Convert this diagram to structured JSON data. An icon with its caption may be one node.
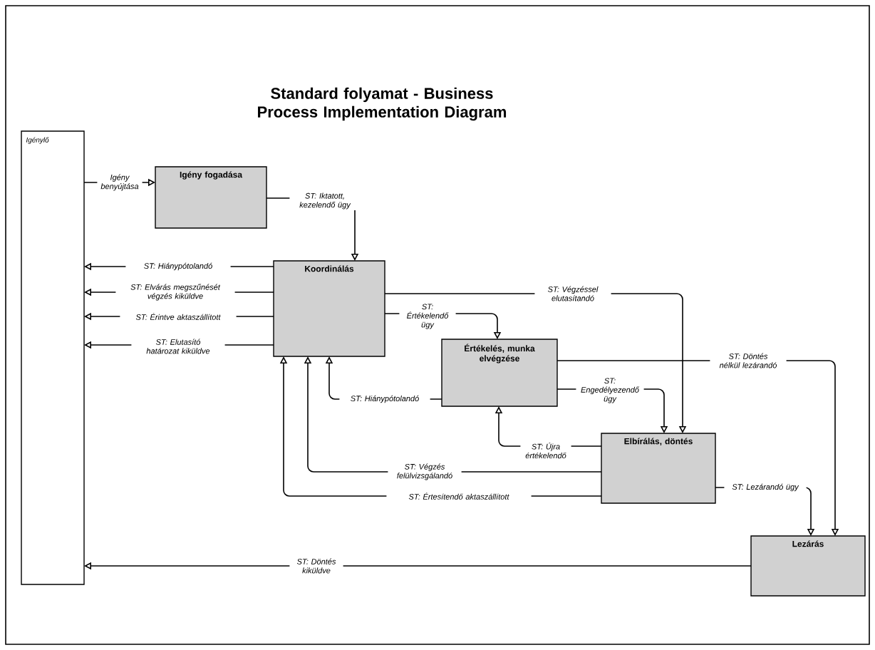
{
  "diagram": {
    "title": "Standard folyamat - Business Process Implementation Diagram",
    "nodes": [
      {
        "text": [
          "Igénylő"
        ]
      },
      {
        "text": [
          "Igény fogadása"
        ]
      },
      {
        "text": [
          "Koordinálás"
        ]
      },
      {
        "text": [
          "Értékelés, munka elvégzése"
        ]
      },
      {
        "text": [
          "Elbírálás, döntés"
        ]
      },
      {
        "text": [
          "Lezárás"
        ]
      }
    ],
    "edges": [
      {
        "from": 0,
        "to": 1,
        "arrow": "to",
        "label": "Igény benyújtása"
      },
      {
        "from": 1,
        "to": 2,
        "arrow": "to",
        "label": "ST: Iktatott, kezelendő ügy"
      },
      {
        "from": 2,
        "to": 0,
        "arrow": "to",
        "label": "ST: Hiánypótolandó"
      },
      {
        "from": 2,
        "to": 0,
        "arrow": "to",
        "label": "ST: Elvárás megszűnését végzés kiküldve"
      },
      {
        "from": 2,
        "to": 0,
        "arrow": "to",
        "label": "ST: Érintve aktaszállított"
      },
      {
        "from": 2,
        "to": 0,
        "arrow": "to",
        "label": "ST: Elutasító határozat kiküldve"
      },
      {
        "from": 2,
        "to": 3,
        "arrow": "to",
        "label": "ST: Értékelendő ügy"
      },
      {
        "from": 2,
        "to": 4,
        "arrow": "to",
        "label": "ST: Végzéssel elutasítandó"
      },
      {
        "from": 3,
        "to": 2,
        "arrow": "to",
        "label": "ST: Hiánypótolandó"
      },
      {
        "from": 3,
        "to": 4,
        "arrow": "to",
        "label": "ST: Engedélyezendő ügy"
      },
      {
        "from": 3,
        "to": 5,
        "arrow": "to",
        "label": "ST: Döntés nélkül lezárandó"
      },
      {
        "from": 4,
        "to": 3,
        "arrow": "to",
        "label": "ST: Újra értékelendő"
      },
      {
        "from": 4,
        "to": 2,
        "arrow": "to",
        "label": "ST: Végzés felülvizsgálandó"
      },
      {
        "from": 4,
        "to": 2,
        "arrow": "to",
        "label": "ST: Értesítendő aktaszállított"
      },
      {
        "from": 4,
        "to": 5,
        "arrow": "to",
        "label": "ST: Lezárandó ügy"
      },
      {
        "from": 5,
        "to": 0,
        "arrow": "to",
        "label": "ST: Döntés kiküldve"
      }
    ]
  }
}
